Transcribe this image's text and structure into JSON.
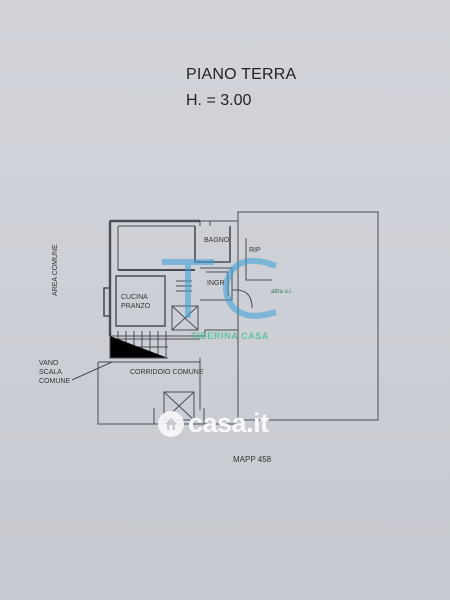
{
  "header": {
    "title": "PIANO TERRA",
    "height_label": "H. = 3.00"
  },
  "rooms": {
    "bagno": "BAGNO",
    "rip": "RIP",
    "ingr": "INGR",
    "cucina": "CUCINA",
    "pranzo": "PRANZO",
    "altra_ui": "altra u.i",
    "corridoio": "CORRIDOIO COMUNE",
    "area_comune": "AREA COMUNE",
    "vano": "VANO",
    "scala": "SCALA",
    "comune": "COMUNE"
  },
  "watermark": {
    "letters": "TC",
    "company": "TIBERINA CASA",
    "color": "#3aa0d8",
    "accent": "#3bbf8a"
  },
  "branding": {
    "site": "casa.it",
    "icon": "house-icon"
  },
  "parcel": {
    "label": "MAPP 458"
  }
}
